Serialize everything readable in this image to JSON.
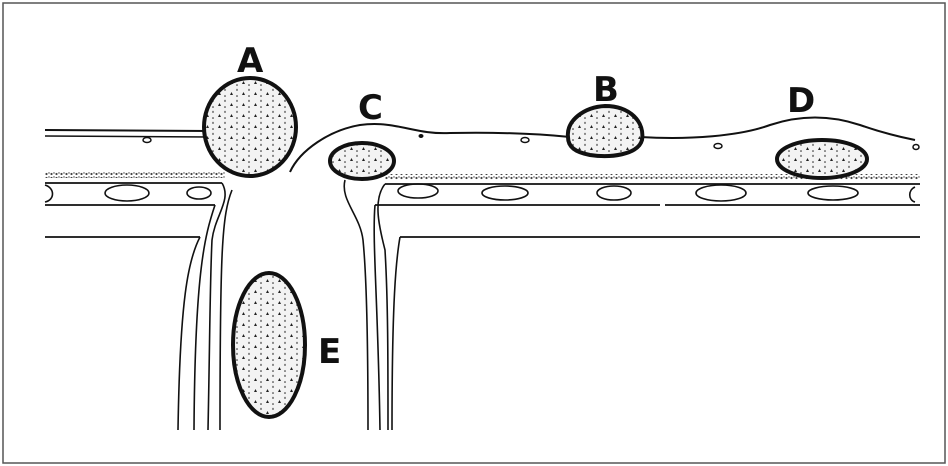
{
  "labels": {
    "a": "A",
    "b": "B",
    "c": "C",
    "d": "D",
    "e": "E"
  },
  "colors": {
    "ink": "#111111",
    "background": "#ffffff",
    "frame": "#555555"
  }
}
